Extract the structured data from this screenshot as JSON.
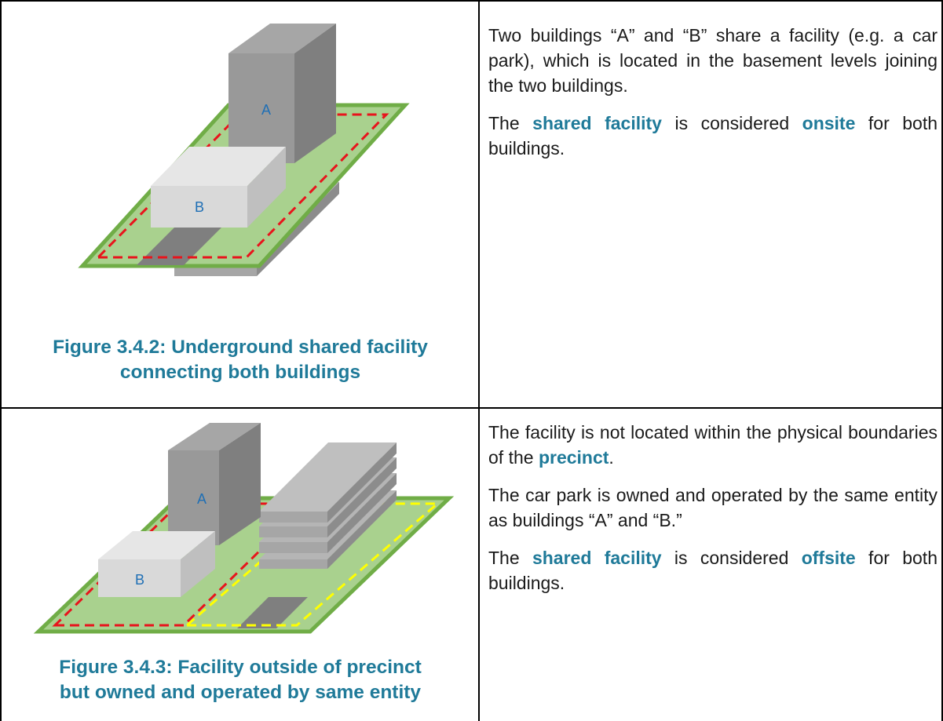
{
  "rows": [
    {
      "figure_caption_line1": "Figure 3.4.2: Underground shared facility",
      "figure_caption_line2": "connecting both buildings",
      "building_a": "A",
      "building_b": "B",
      "p1": "Two buildings “A” and “B” share a facility (e.g. a car park), which is located in the basement levels joining the two buildings.",
      "p2_a": "The ",
      "p2_kw1": "shared facility",
      "p2_b": " is considered ",
      "p2_kw2": "onsite",
      "p2_c": " for both buildings."
    },
    {
      "figure_caption_line1": "Figure 3.4.3: Facility outside of precinct",
      "figure_caption_line2": "but owned and operated by same entity",
      "building_a": "A",
      "building_b": "B",
      "p1_a": "The facility is not located within the physical boundaries of the ",
      "p1_kw": "precinct",
      "p1_b": ".",
      "p2": "The car park is owned and operated by the same entity as buildings “A” and “B.”",
      "p3_a": "The ",
      "p3_kw1": "shared facility",
      "p3_b": " is considered ",
      "p3_kw2": "offsite",
      "p3_c": " for both buildings."
    }
  ],
  "colors": {
    "accent": "#1f7a99",
    "site_green": "#a9d18e",
    "site_border": "#70ad47",
    "boundary_red": "#e8141c",
    "boundary_yellow": "#ffff00"
  }
}
